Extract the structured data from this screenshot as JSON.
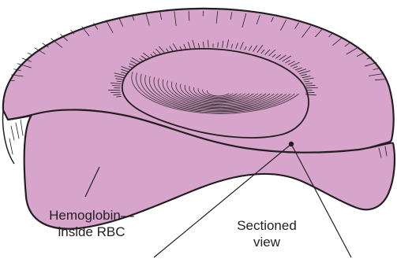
{
  "labels": {
    "hemoglobin": {
      "line1": "Hemoglobin—",
      "line2": "inside RBC"
    },
    "sectioned_view": {
      "line1": "Sectioned",
      "line2": "view"
    }
  },
  "colors": {
    "cell_fill": "#d7a4cc",
    "outline": "#231f20",
    "background": "#ffffff"
  }
}
